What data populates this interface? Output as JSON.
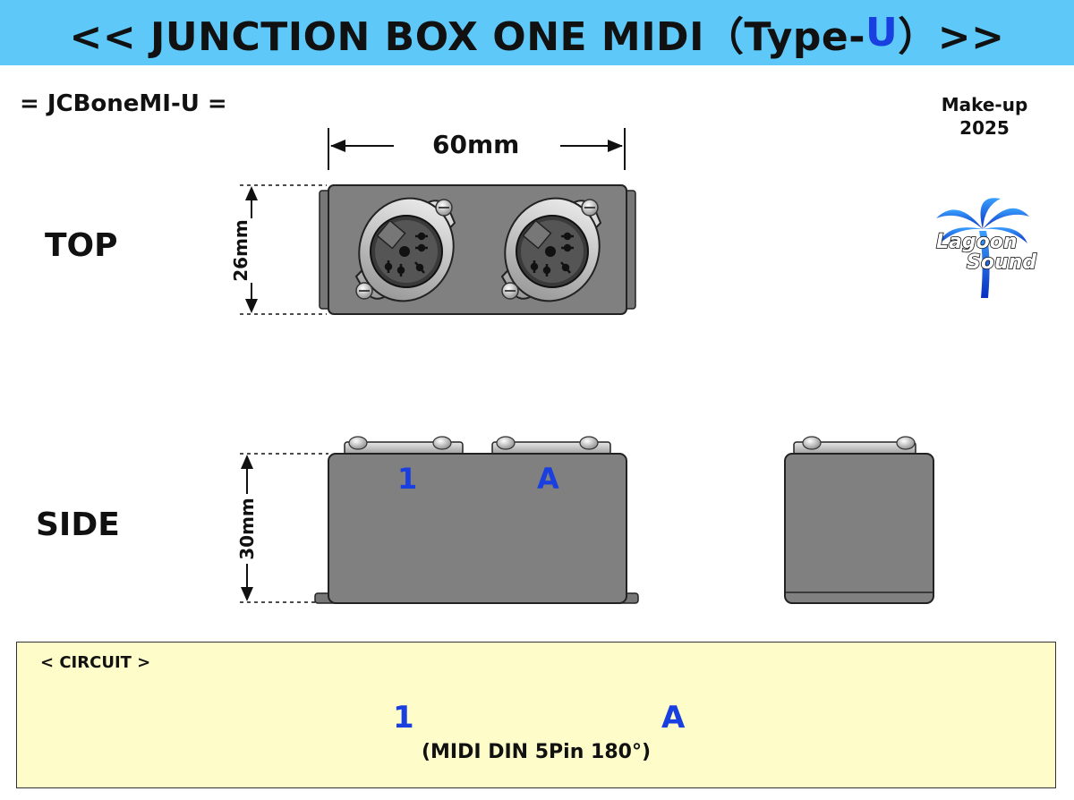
{
  "header": {
    "title_left": "<< JUNCTION BOX ONE MIDI（Type-",
    "title_accent": "U",
    "title_right": "）>>"
  },
  "model_code": "= JCBoneMI-U =",
  "makeup": {
    "line1": "Make-up",
    "line2": "2025"
  },
  "logo": {
    "line1": "Lagoon",
    "line2": "Sound",
    "icon": "palm-tree-icon"
  },
  "top_view": {
    "label": "TOP",
    "width_dim": "60mm",
    "height_dim": "26mm"
  },
  "side_view": {
    "label": "SIDE",
    "height_dim": "30mm",
    "port_left": "1",
    "port_right": "A"
  },
  "circuit": {
    "title": "< CIRCUIT >",
    "port_left": "1",
    "port_right": "A",
    "note": "(MIDI DIN 5Pin 180°)"
  },
  "colors": {
    "banner": "#5ec8f8",
    "accent": "#1a3fe0",
    "box": "#808080",
    "circuit_bg": "#fefdc9"
  }
}
